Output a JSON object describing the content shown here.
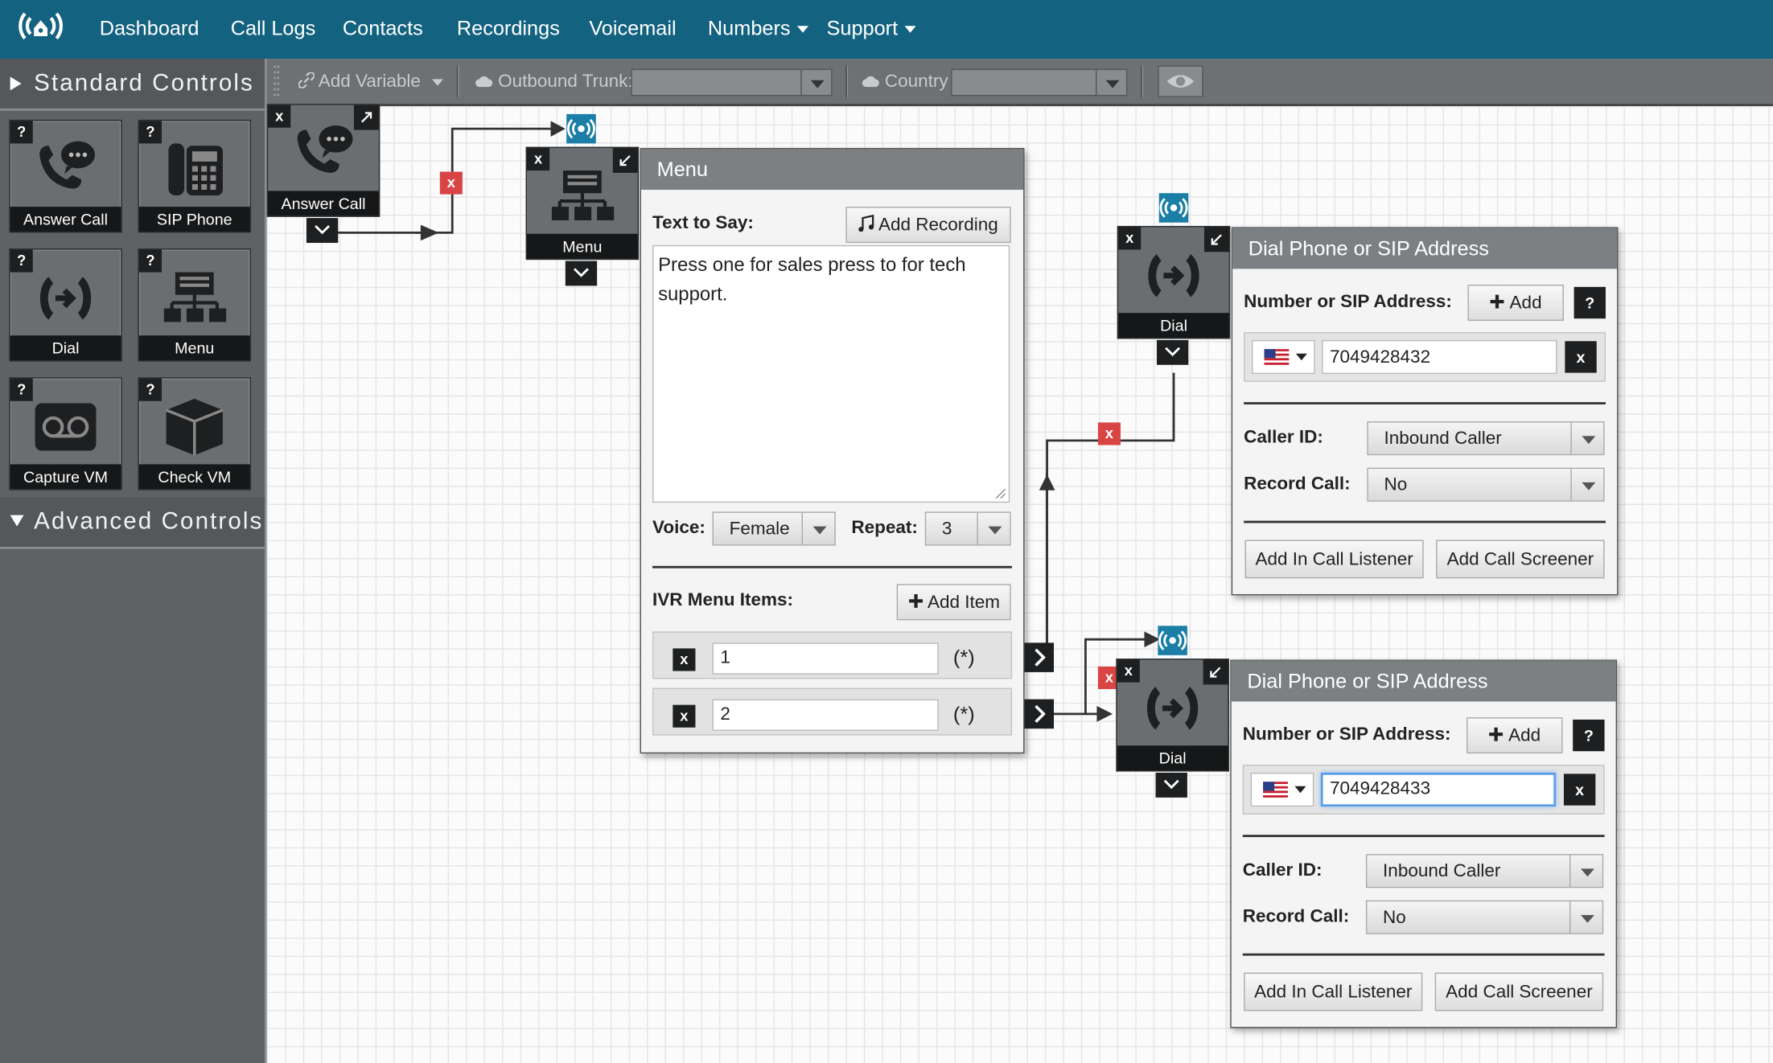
{
  "nav": {
    "items": [
      "Dashboard",
      "Call Logs",
      "Contacts",
      "Recordings",
      "Voicemail"
    ],
    "numbers": "Numbers",
    "support": "Support"
  },
  "sidebar": {
    "standard": "Standard Controls",
    "advanced": "Advanced Controls",
    "tools": [
      "Answer Call",
      "SIP Phone",
      "Dial",
      "Menu",
      "Capture VM",
      "Check VM"
    ],
    "help": "?"
  },
  "toolbar": {
    "add_variable": "Add Variable",
    "outbound_trunk": "Outbound Trunk:",
    "country": "Country"
  },
  "nodes": {
    "answer": "Answer Call",
    "menu": "Menu",
    "dial1": "Dial",
    "dial2": "Dial",
    "close": "x"
  },
  "menu_panel": {
    "title": "Menu",
    "text_to_say_label": "Text to Say:",
    "add_recording": "Add Recording",
    "text": "Press one for sales press to for tech support.",
    "voice_label": "Voice:",
    "voice": "Female",
    "repeat_label": "Repeat:",
    "repeat": "3",
    "ivr_label": "IVR Menu Items:",
    "add_item": "Add Item",
    "items": [
      {
        "x": "x",
        "value": "1",
        "star": "(*)"
      },
      {
        "x": "x",
        "value": "2",
        "star": "(*)"
      }
    ]
  },
  "dial_panels": [
    {
      "title": "Dial Phone or SIP Address",
      "number_label": "Number or SIP Address:",
      "add": "Add",
      "help": "?",
      "number": "7049428432",
      "remove": "x",
      "caller_id_label": "Caller ID:",
      "caller_id": "Inbound Caller",
      "record_label": "Record Call:",
      "record": "No",
      "add_listener": "Add In Call Listener",
      "add_screener": "Add Call Screener"
    },
    {
      "title": "Dial Phone or SIP Address",
      "number_label": "Number or SIP Address:",
      "add": "Add",
      "help": "?",
      "number": "7049428433",
      "remove": "x",
      "caller_id_label": "Caller ID:",
      "caller_id": "Inbound Caller",
      "record_label": "Record Call:",
      "record": "No",
      "add_listener": "Add In Call Listener",
      "add_screener": "Add Call Screener"
    }
  ],
  "connectors": {
    "remove": "x"
  }
}
